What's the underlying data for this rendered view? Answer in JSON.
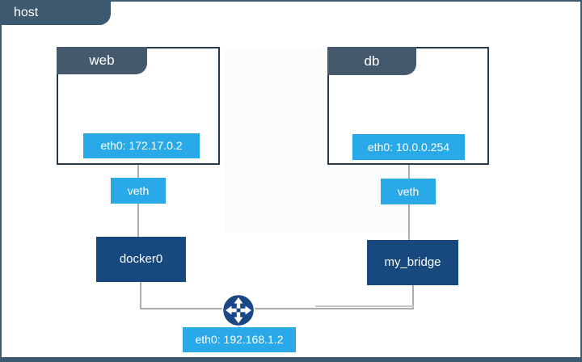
{
  "host": {
    "label": "host",
    "interface_label": "eth0: 192.168.1.2"
  },
  "containers": [
    {
      "name": "web",
      "interface_label": "eth0: 172.17.0.2"
    },
    {
      "name": "db",
      "interface_label": "eth0: 10.0.0.254"
    }
  ],
  "veth_labels": [
    "veth",
    "veth"
  ],
  "bridges": [
    {
      "label": "docker0"
    },
    {
      "label": "my_bridge"
    }
  ],
  "icons": {
    "router": "crossed-arrows-router-icon"
  },
  "colors": {
    "slate": "#3d5a70",
    "header_slate": "#44596b",
    "box_border": "#27394a",
    "bright_blue": "#29a9e8",
    "navy": "#17497f",
    "router_navy": "#1a4886",
    "line_gray": "#adadad"
  }
}
